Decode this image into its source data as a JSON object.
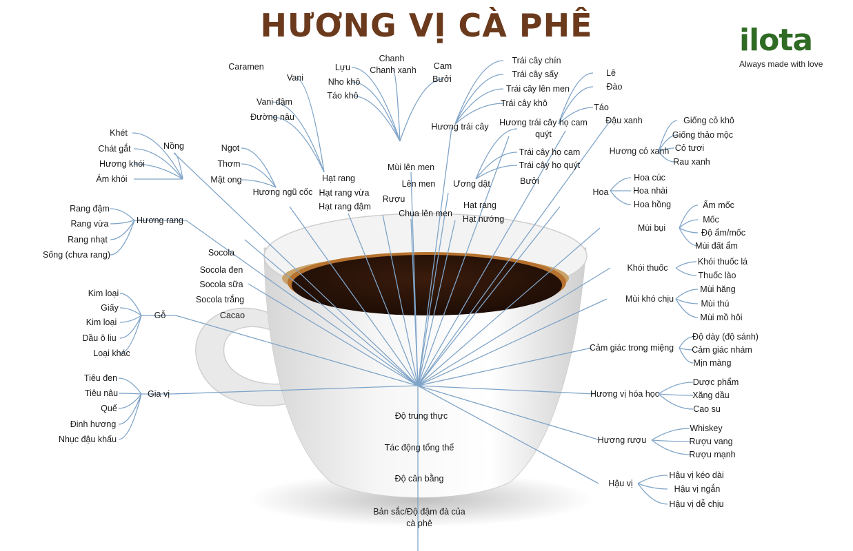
{
  "title": "HƯƠNG VỊ CÀ PHÊ",
  "brand": {
    "name": "ilota",
    "tagline": "Always made with love",
    "color": "#2f6b24",
    "leaf_color": "#7fc241"
  },
  "colors": {
    "title": "#6b3a1d",
    "line": "#7fa4c8",
    "coffee": "#2a1408",
    "crema": "#b6722e"
  },
  "nodes": [
    {
      "t": "Caramen"
    },
    {
      "t": "Vani"
    },
    {
      "t": "Vani đậm"
    },
    {
      "t": "Đường nâu"
    },
    {
      "t": "Lựu"
    },
    {
      "t": "Nho khô"
    },
    {
      "t": "Táo khô"
    },
    {
      "t": "Chanh"
    },
    {
      "t": "Chanh xanh"
    },
    {
      "t": "Cam"
    },
    {
      "t": "Bưởi"
    },
    {
      "t": "Trái cây chín"
    },
    {
      "t": "Trái cây sấy"
    },
    {
      "t": "Trái cây lên men"
    },
    {
      "t": "Trái cây khô"
    },
    {
      "t": "Hương trái cây"
    },
    {
      "t": "Lê"
    },
    {
      "t": "Đào"
    },
    {
      "t": "Táo"
    },
    {
      "t": "Đậu xanh"
    },
    {
      "t": "Hương trái cây họ cam quýt"
    },
    {
      "t": "Trái cây họ cam"
    },
    {
      "t": "Trái cây họ quýt"
    },
    {
      "t": "Bưởi"
    },
    {
      "t": "Giống cỏ khô"
    },
    {
      "t": "Giống thảo mộc"
    },
    {
      "t": "Hương cỏ xanh"
    },
    {
      "t": "Cỏ tươi"
    },
    {
      "t": "Rau xanh"
    },
    {
      "t": "Khét"
    },
    {
      "t": "Chát gắt"
    },
    {
      "t": "Hương khói"
    },
    {
      "t": "Nồng"
    },
    {
      "t": "Ám khói"
    },
    {
      "t": "Ngọt"
    },
    {
      "t": "Thơm"
    },
    {
      "t": "Mật ong"
    },
    {
      "t": "Hương ngũ cốc"
    },
    {
      "t": "Hạt rang"
    },
    {
      "t": "Hạt rang vừa"
    },
    {
      "t": "Hạt rang đậm"
    },
    {
      "t": "Mùi lên men"
    },
    {
      "t": "Lên men"
    },
    {
      "t": "Rượu"
    },
    {
      "t": "Chua lên men"
    },
    {
      "t": "Ương dật"
    },
    {
      "t": "Hạt rang"
    },
    {
      "t": "Hạt nướng"
    },
    {
      "t": "Hoa cúc"
    },
    {
      "t": "Hoa"
    },
    {
      "t": "Hoa nhài"
    },
    {
      "t": "Hoa hồng"
    },
    {
      "t": "Rang đậm"
    },
    {
      "t": "Rang vừa"
    },
    {
      "t": "Hương rang"
    },
    {
      "t": "Rang nhạt"
    },
    {
      "t": "Sống (chưa rang)"
    },
    {
      "t": "Ẩm mốc"
    },
    {
      "t": "Mốc"
    },
    {
      "t": "Độ ẩm/mốc"
    },
    {
      "t": "Mùi đất ẩm"
    },
    {
      "t": "Mùi bụi"
    },
    {
      "t": "Socola"
    },
    {
      "t": "Socola đen"
    },
    {
      "t": "Socola sữa"
    },
    {
      "t": "Socola trắng"
    },
    {
      "t": "Cacao"
    },
    {
      "t": "Khói thuốc"
    },
    {
      "t": "Khói thuốc lá"
    },
    {
      "t": "Thuốc lào"
    },
    {
      "t": "Mùi hăng"
    },
    {
      "t": "Mùi khó chịu"
    },
    {
      "t": "Mùi thú"
    },
    {
      "t": "Mùi mồ hôi"
    },
    {
      "t": "Kim loại"
    },
    {
      "t": "Giấy"
    },
    {
      "t": "Kim loại"
    },
    {
      "t": "Dầu ô liu"
    },
    {
      "t": "Loại khác"
    },
    {
      "t": "Gỗ"
    },
    {
      "t": "Độ dày (độ sánh)"
    },
    {
      "t": "Cảm giác trong miệng"
    },
    {
      "t": "Cảm giác nhám"
    },
    {
      "t": "Mịn màng"
    },
    {
      "t": "Tiêu đen"
    },
    {
      "t": "Tiêu nâu"
    },
    {
      "t": "Gia vị"
    },
    {
      "t": "Quế"
    },
    {
      "t": "Đinh hương"
    },
    {
      "t": "Nhục đậu khấu"
    },
    {
      "t": "Dược phẩm"
    },
    {
      "t": "Hương vị hóa học"
    },
    {
      "t": "Xăng dầu"
    },
    {
      "t": "Cao su"
    },
    {
      "t": "Độ trung thực"
    },
    {
      "t": "Tác động tổng thể"
    },
    {
      "t": "Độ cân bằng"
    },
    {
      "t": "Bản sắc/Độ đậm đà của cà phê"
    },
    {
      "t": "Whiskey"
    },
    {
      "t": "Hương rượu"
    },
    {
      "t": "Rượu vang"
    },
    {
      "t": "Rượu mạnh"
    },
    {
      "t": "Hậu vị kéo dài"
    },
    {
      "t": "Hậu vị"
    },
    {
      "t": "Hậu vị ngắn"
    },
    {
      "t": "Hậu vị dễ chịu"
    }
  ]
}
